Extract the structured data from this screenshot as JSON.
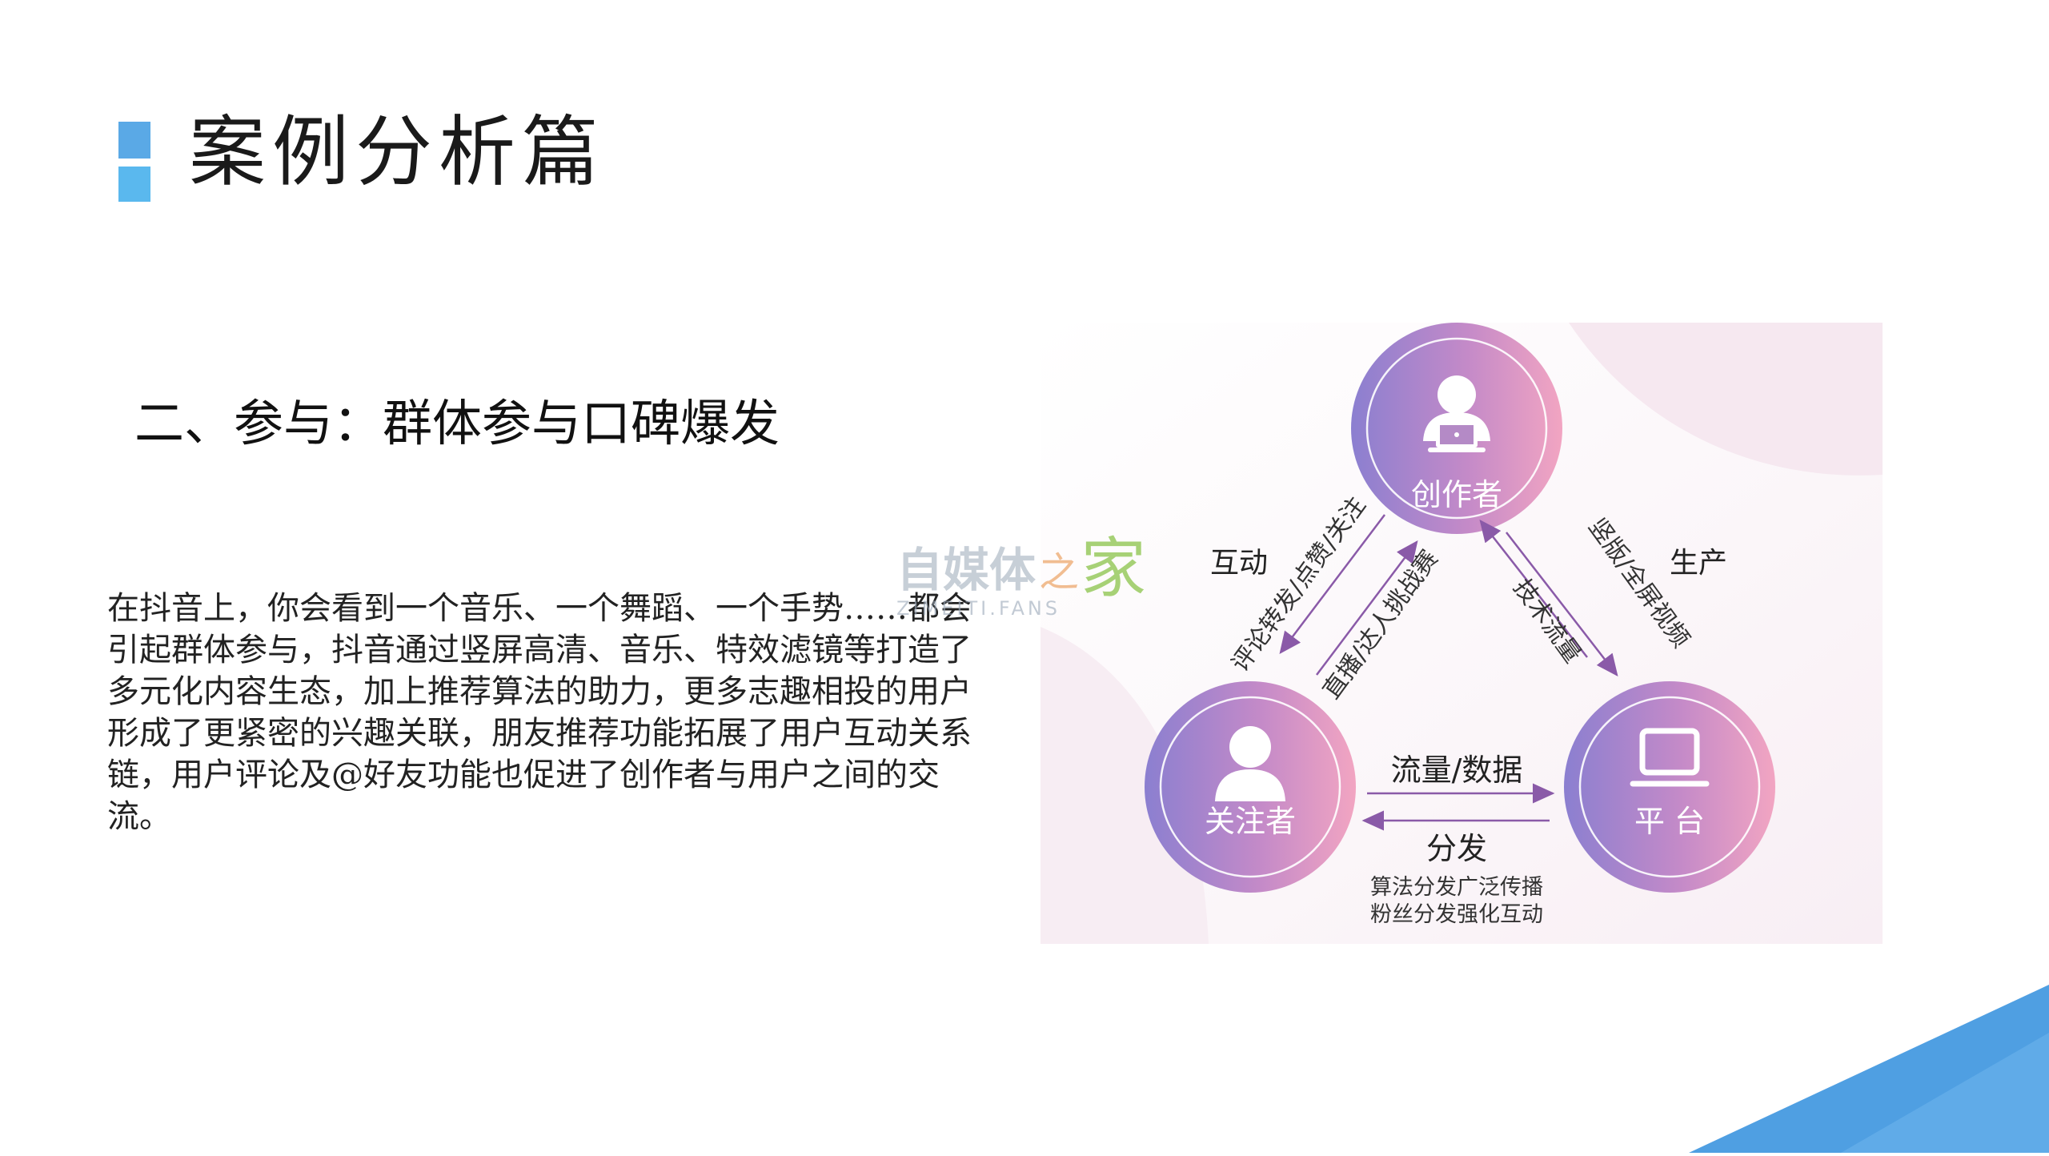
{
  "page": {
    "title": "案例分析篇",
    "section_heading": "二、参与：群体参与口碑爆发",
    "body_text": "在抖音上，你会看到一个音乐、一个舞蹈、一个手势……都会引起群体参与，抖音通过竖屏高清、音乐、特效滤镜等打造了多元化内容生态，加上推荐算法的助力，更多志趣相投的用户形成了更紧密的兴趣关联，朋友推荐功能拓展了用户互动关系链，用户评论及@好友功能也促进了创作者与用户之间的交流。"
  },
  "diagram": {
    "nodes": {
      "creator": "创作者",
      "follower": "关注者",
      "platform": "平 台"
    },
    "left_side_label": "互动",
    "right_side_label": "生产",
    "left_outer_arrow": "评论转发/点赞/关注",
    "left_inner_arrow": "直播/达人挑战赛",
    "right_outer_arrow": "竖版/全屏视频",
    "right_inner_arrow": "技术流量",
    "bottom_top_label": "流量/数据",
    "bottom_bottom_label": "分发",
    "bottom_note_1": "算法分发广泛传播",
    "bottom_note_2": "粉丝分发强化互动"
  },
  "watermark": {
    "main": "自媒体",
    "mid": "之",
    "accent": "家",
    "url": "ZIMEITI.FANS"
  },
  "colors": {
    "title_mark_top": "#5aa9e6",
    "title_mark_bottom": "#5ab8ee",
    "node_gradient_start": "#8b7fd0",
    "node_gradient_end": "#f0a2c0",
    "arrow": "#8a5aa8",
    "corner_blue": "#4fa0e2",
    "watermark_green": "#8bc34a"
  }
}
